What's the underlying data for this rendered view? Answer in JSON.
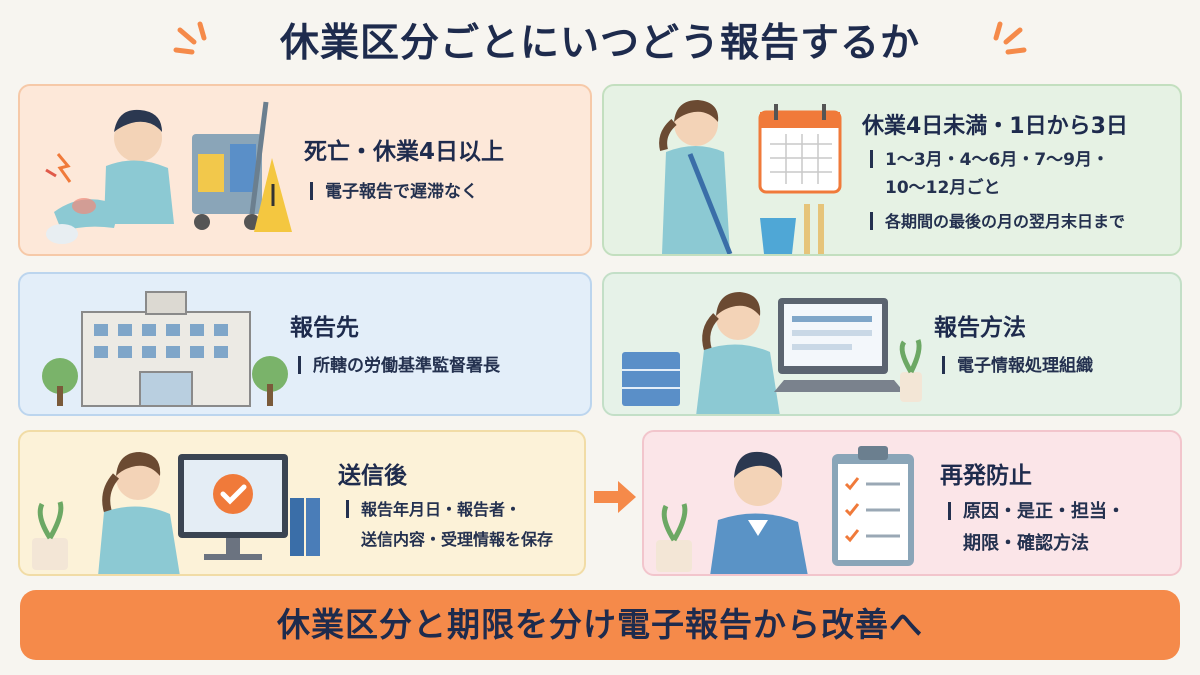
{
  "title": "休業区分ごとにいつどう報告するか",
  "cards": {
    "over4": {
      "heading": "死亡・休業4日以上",
      "lines": [
        "電子報告で遅滞なく"
      ]
    },
    "under4": {
      "heading": "休業4日未満・1日から3日",
      "lines": [
        "1〜3月・4〜6月・7〜9月・",
        "10〜12月ごと",
        "各期間の最後の月の翌月末日まで"
      ]
    },
    "dest": {
      "heading": "報告先",
      "lines": [
        "所轄の労働基準監督署長"
      ]
    },
    "method": {
      "heading": "報告方法",
      "lines": [
        "電子情報処理組織"
      ]
    },
    "after": {
      "heading": "送信後",
      "lines": [
        "報告年月日・報告者・",
        "送信内容・受理情報を保存"
      ]
    },
    "prevent": {
      "heading": "再発防止",
      "lines": [
        "原因・是正・担当・",
        "期限・確認方法"
      ]
    }
  },
  "banner": "休業区分と期限を分け電子報告から改善へ",
  "colors": {
    "accent_orange": "#f58a4a",
    "navy_text": "#1e2b4d",
    "check_orange": "#f07a3a"
  },
  "icons": [
    "spark-icon",
    "arrow-right-icon",
    "check-icon",
    "calendar-icon"
  ]
}
